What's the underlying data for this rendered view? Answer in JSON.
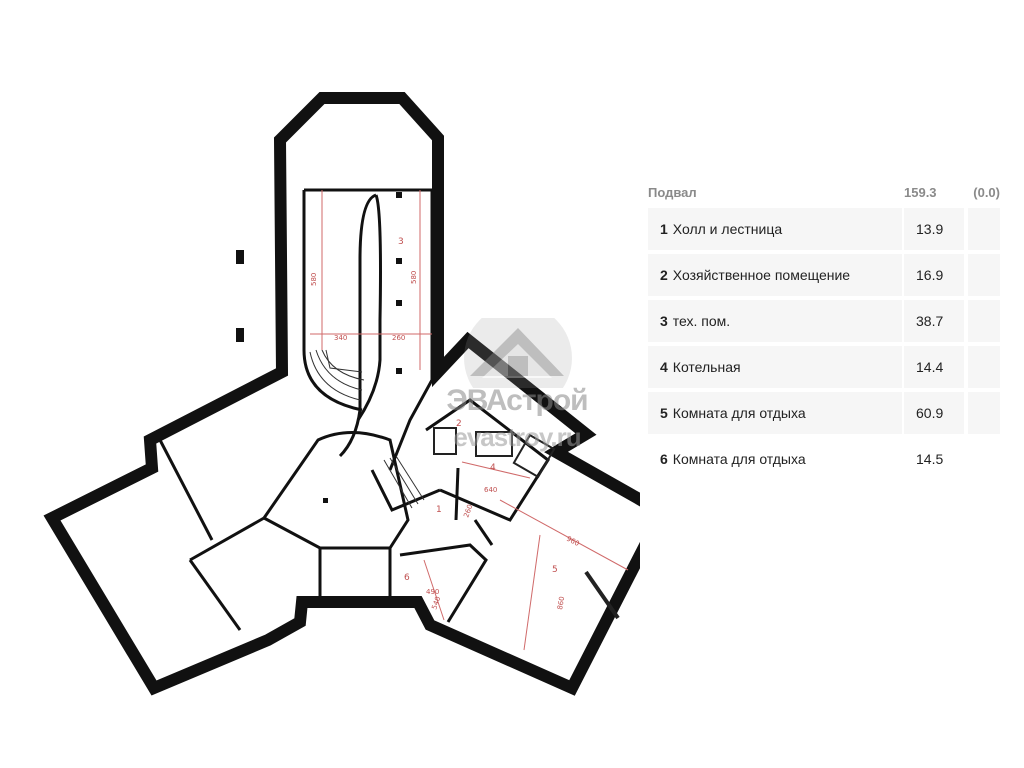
{
  "plan": {
    "room_labels": [
      "1",
      "2",
      "3",
      "4",
      "5",
      "6"
    ],
    "dimension_labels": [
      "340",
      "580",
      "260",
      "580",
      "960",
      "860",
      "640",
      "260",
      "490",
      "540"
    ]
  },
  "watermark": {
    "title": "ЭВАстрой",
    "url": "evastroy.ru"
  },
  "table": {
    "header": {
      "label": "Подвал",
      "total": "159.3",
      "extra": "(0.0)"
    },
    "rows": [
      {
        "num": "1",
        "name": "Холл и лестница",
        "area": "13.9"
      },
      {
        "num": "2",
        "name": "Хозяйственное помещение",
        "area": "16.9"
      },
      {
        "num": "3",
        "name": "тех. пом.",
        "area": "38.7"
      },
      {
        "num": "4",
        "name": "Котельная",
        "area": "14.4"
      },
      {
        "num": "5",
        "name": "Комната для отдыха",
        "area": "60.9"
      },
      {
        "num": "6",
        "name": "Комната для отдыха",
        "area": "14.5"
      }
    ]
  }
}
